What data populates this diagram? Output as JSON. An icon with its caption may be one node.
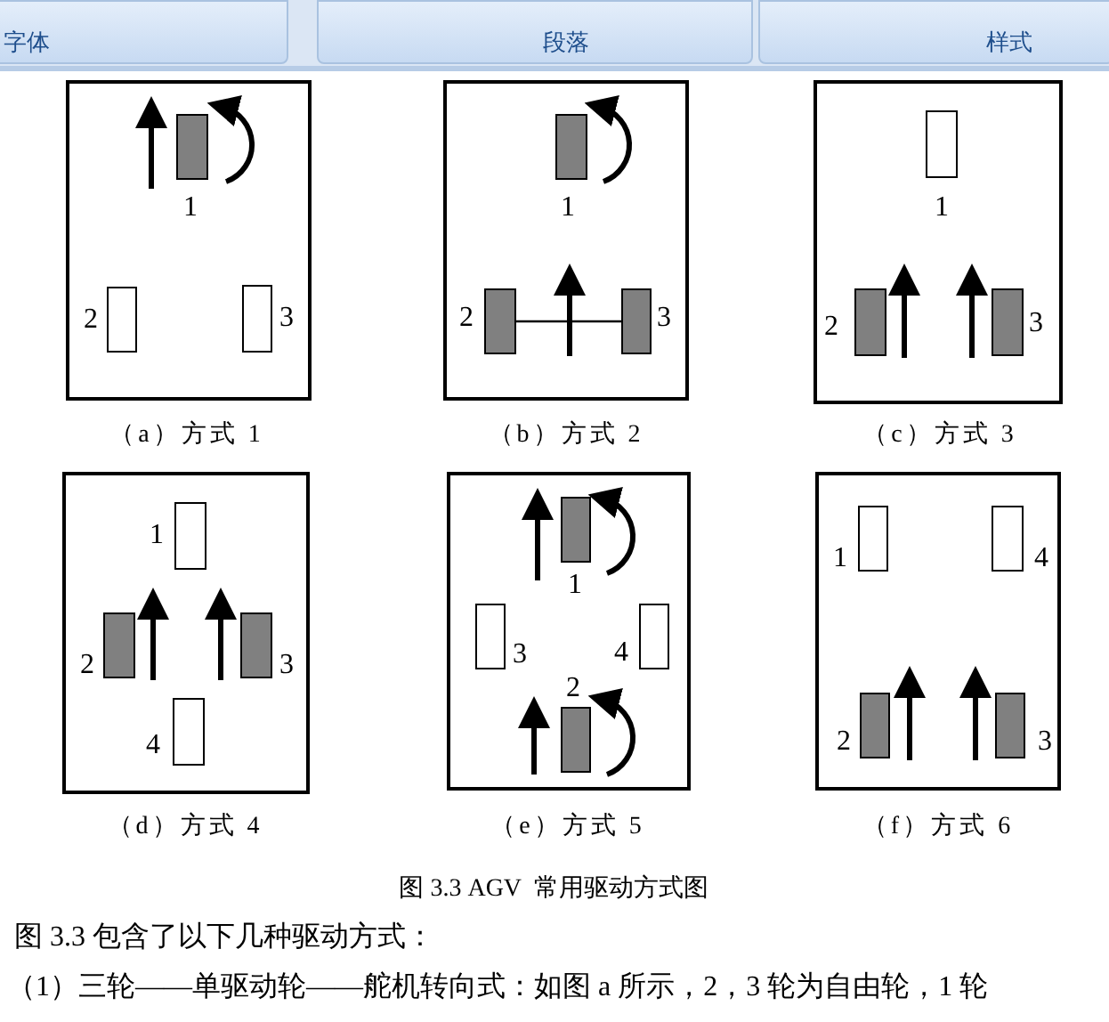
{
  "diagram": {
    "caption": "图 3.3 AGV  常用驱动方式图",
    "nodes": [
      {
        "text": [],
        "shape": "box",
        "beside": [
          "（a）方式 1"
        ]
      },
      {
        "text": [],
        "shape": "box",
        "in": 0,
        "beside": [
          "1"
        ]
      },
      {
        "text": [],
        "shape": "box",
        "in": 0,
        "beside": [
          "2"
        ]
      },
      {
        "text": [],
        "shape": "box",
        "in": 0,
        "beside": [
          "3"
        ]
      },
      {
        "text": [],
        "shape": "box",
        "beside": [
          "（b）方式 2"
        ]
      },
      {
        "text": [],
        "shape": "box",
        "in": 4,
        "beside": [
          "1"
        ]
      },
      {
        "text": [],
        "shape": "box",
        "in": 4,
        "beside": [
          "2"
        ]
      },
      {
        "text": [],
        "shape": "box",
        "in": 4,
        "beside": [
          "3"
        ]
      },
      {
        "text": [],
        "shape": "box",
        "beside": [
          "（c）方式 3"
        ]
      },
      {
        "text": [],
        "shape": "box",
        "in": 8,
        "beside": [
          "1"
        ]
      },
      {
        "text": [],
        "shape": "box",
        "in": 8,
        "beside": [
          "2"
        ]
      },
      {
        "text": [],
        "shape": "box",
        "in": 8,
        "beside": [
          "3"
        ]
      },
      {
        "text": [],
        "shape": "box",
        "beside": [
          "（d）方式 4"
        ]
      },
      {
        "text": [],
        "shape": "box",
        "in": 12,
        "beside": [
          "1"
        ]
      },
      {
        "text": [],
        "shape": "box",
        "in": 12,
        "beside": [
          "2"
        ]
      },
      {
        "text": [],
        "shape": "box",
        "in": 12,
        "beside": [
          "3"
        ]
      },
      {
        "text": [],
        "shape": "box",
        "in": 12,
        "beside": [
          "4"
        ]
      },
      {
        "text": [],
        "shape": "box",
        "beside": [
          "（e）方式 5"
        ]
      },
      {
        "text": [],
        "shape": "box",
        "in": 17,
        "beside": [
          "1"
        ]
      },
      {
        "text": [],
        "shape": "box",
        "in": 17,
        "beside": [
          "3"
        ]
      },
      {
        "text": [],
        "shape": "box",
        "in": 17,
        "beside": [
          "4"
        ]
      },
      {
        "text": [],
        "shape": "box",
        "in": 17,
        "beside": [
          "2"
        ]
      },
      {
        "text": [],
        "shape": "box",
        "beside": [
          "（f）方式 6"
        ]
      },
      {
        "text": [],
        "shape": "box",
        "in": 22,
        "beside": [
          "1"
        ]
      },
      {
        "text": [],
        "shape": "box",
        "in": 22,
        "beside": [
          "4"
        ]
      },
      {
        "text": [],
        "shape": "box",
        "in": 22,
        "beside": [
          "2"
        ]
      },
      {
        "text": [],
        "shape": "box",
        "in": 22,
        "beside": [
          "3"
        ]
      }
    ],
    "edges": [
      {
        "from": 6,
        "to": 7,
        "arrow": "none"
      }
    ],
    "labels": [
      "字体",
      "段落",
      "样式",
      "图 3.3 包含了以下几种驱动方式：",
      "（1）三轮——单驱动轮——舵机转向式：如图 a 所示，2，3 轮为自由轮，1 轮"
    ]
  }
}
